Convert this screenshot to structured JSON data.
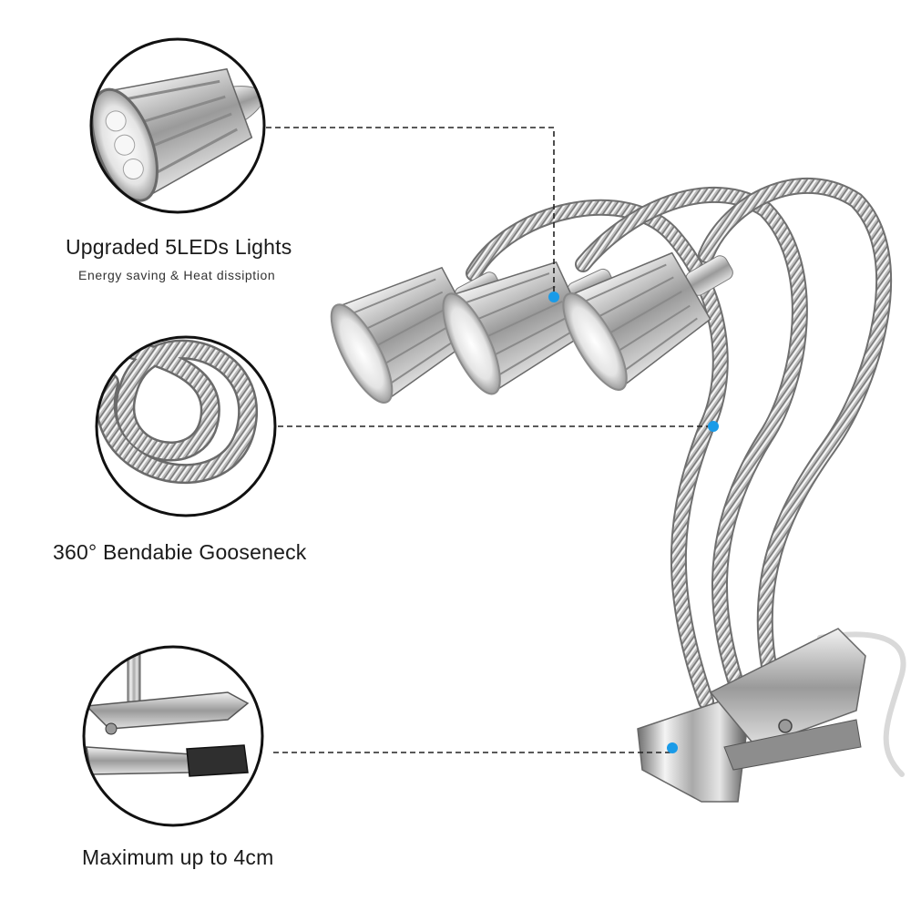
{
  "features": [
    {
      "title": "Upgraded 5LEDs Lights",
      "subtitle": "Energy saving & Heat dissiption",
      "icon": "led-bulb-icon"
    },
    {
      "title": "360° Bendabie Gooseneck",
      "icon": "gooseneck-icon"
    },
    {
      "title": "Maximum up to 4cm",
      "icon": "clamp-icon"
    }
  ],
  "colors": {
    "accent_dot": "#1a9be8",
    "leader_line": "#222222",
    "metal": "#c8c8c8"
  }
}
